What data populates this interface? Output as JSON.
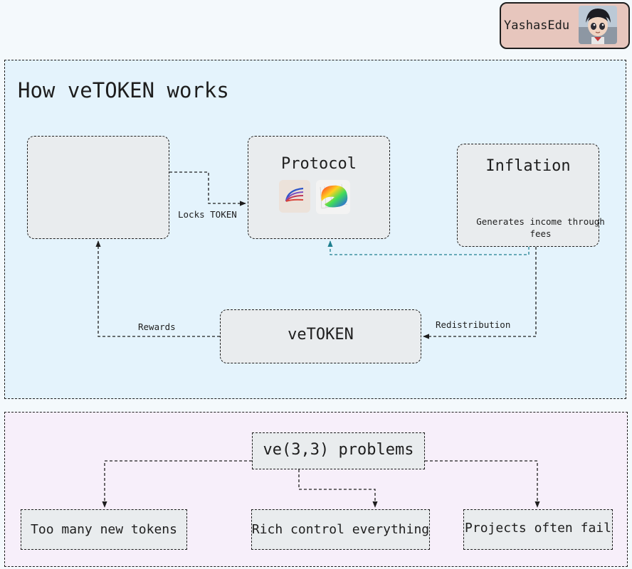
{
  "badge": {
    "label": "YashasEdu"
  },
  "diagram": {
    "title": "How veTOKEN works",
    "nodes": {
      "protocol": "Protocol",
      "inflation": "Inflation",
      "vetoken": "veTOKEN"
    },
    "edge_labels": {
      "locks": "Locks TOKEN",
      "income": "Generates income through fees",
      "rewards": "Rewards",
      "redistribution": "Redistribution"
    },
    "colors": {
      "panel_top": "#e4f3fc",
      "panel_bottom": "#f7effa",
      "box": "#e9ecee",
      "badge": "#e7c6bd",
      "teal_arrow": "#1f7f8f"
    }
  },
  "problems": {
    "heading": "ve(3,3) problems",
    "items": [
      "Too many new tokens",
      "Rich control everything",
      "Projects often fail"
    ]
  }
}
